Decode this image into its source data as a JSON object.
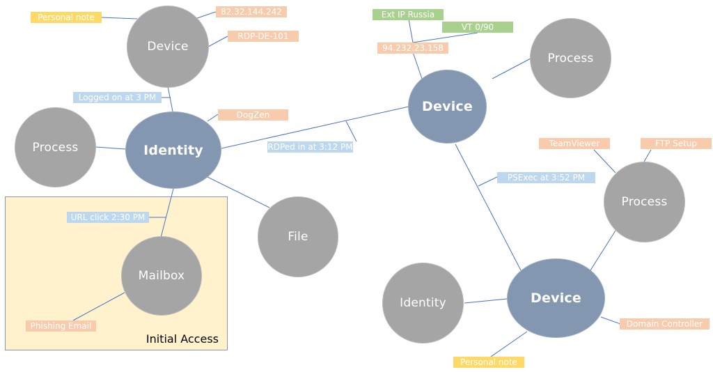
{
  "colors": {
    "entity_node": "#a5a5a5",
    "focus_node": "#8497b0",
    "edge": "#4472c4",
    "attribute_tag": "#f8cbad",
    "event_tag": "#bdd7ee",
    "intel_tag": "#a9d18e",
    "note_tag": "#ffd966",
    "group_fill": "#fff2cc"
  },
  "group": {
    "label": "Initial Access"
  },
  "nodes": {
    "device_top": {
      "label": "Device",
      "kind": "entity"
    },
    "identity_main": {
      "label": "Identity",
      "kind": "focus"
    },
    "process_left": {
      "label": "Process",
      "kind": "entity"
    },
    "file": {
      "label": "File",
      "kind": "entity"
    },
    "mailbox": {
      "label": "Mailbox",
      "kind": "entity"
    },
    "device_remote": {
      "label": "Device",
      "kind": "focus"
    },
    "process_top_right": {
      "label": "Process",
      "kind": "entity"
    },
    "process_right": {
      "label": "Process",
      "kind": "entity"
    },
    "device_dc": {
      "label": "Device",
      "kind": "focus"
    },
    "identity_bottom": {
      "label": "Identity",
      "kind": "entity"
    }
  },
  "tags": {
    "personal_note_top": {
      "text": "Personal note",
      "kind": "note"
    },
    "ip_82": {
      "text": "82.32.144.242",
      "kind": "attribute"
    },
    "rdp_de_101": {
      "text": "RDP-DE-101",
      "kind": "attribute"
    },
    "logged_on": {
      "text": "Logged on at 3 PM",
      "kind": "event"
    },
    "dogzen": {
      "text": "DogZen",
      "kind": "attribute"
    },
    "rdped_in": {
      "text": "RDPed in at 3:12 PM",
      "kind": "event"
    },
    "url_click": {
      "text": "URL click 2:30 PM",
      "kind": "event"
    },
    "phishing_email": {
      "text": "Phishing Email",
      "kind": "attribute"
    },
    "ext_ip_russia": {
      "text": "Ext IP Russia",
      "kind": "intel"
    },
    "vt_score": {
      "text": "VT 0/90",
      "kind": "intel"
    },
    "ip_94": {
      "text": "94.232.23.158",
      "kind": "attribute"
    },
    "teamviewer": {
      "text": "TeamViewer",
      "kind": "attribute"
    },
    "ftp_setup": {
      "text": "FTP Setup",
      "kind": "attribute"
    },
    "psexec": {
      "text": "PSExec at 3:52 PM",
      "kind": "event"
    },
    "domain_controller": {
      "text": "Domain Controller",
      "kind": "attribute"
    },
    "personal_note_bottom": {
      "text": "Personal note",
      "kind": "note"
    }
  }
}
